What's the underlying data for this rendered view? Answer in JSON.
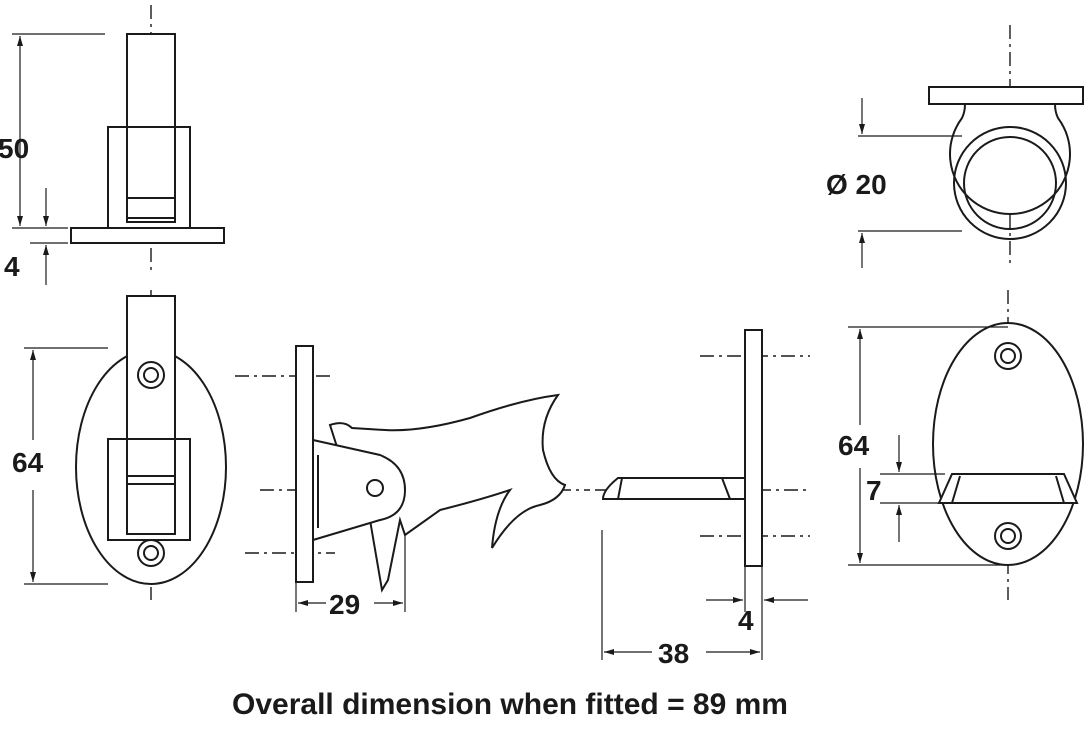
{
  "dimensions": {
    "height_50": "50",
    "base_4": "4",
    "height_64_left": "64",
    "width_29": "29",
    "width_38": "38",
    "thick_4": "4",
    "diameter_20": "Ø 20",
    "height_64_right": "64",
    "slot_7": "7"
  },
  "caption": "Overall dimension when fitted = 89 mm"
}
